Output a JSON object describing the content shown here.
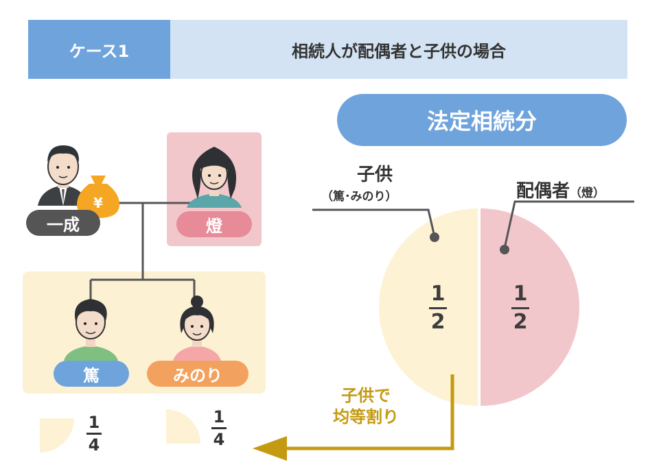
{
  "header": {
    "case_label": "ケース1",
    "title": "相続人が配偶者と子供の場合"
  },
  "pie": {
    "title": "法定相続分",
    "left_label": "子供",
    "left_sublabel": "（篤･みのり）",
    "left_num": "1",
    "left_den": "2",
    "right_label": "配偶者",
    "right_sublabel": "（燈）",
    "right_num": "1",
    "right_den": "2",
    "colors": {
      "children": "#fdf2d4",
      "spouse": "#f2c7cb"
    }
  },
  "family": {
    "deceased": "一成",
    "spouse": "燈",
    "child1": "篤",
    "child2": "みのり",
    "child1_num": "1",
    "child1_den": "4",
    "child2_num": "1",
    "child2_den": "4"
  },
  "arrow": {
    "line1": "子供で",
    "line2": "均等割り"
  },
  "colors": {
    "accent": "#6fa3dc",
    "arrow": "#c49a12",
    "coin": "#f5a623"
  }
}
